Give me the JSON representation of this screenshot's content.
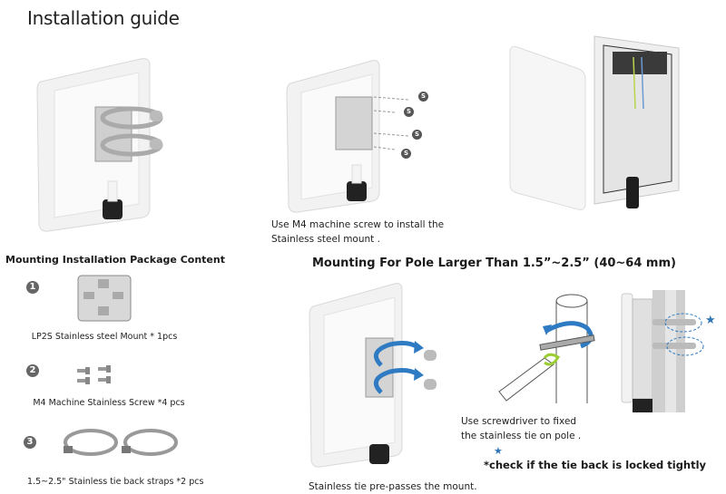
{
  "page": {
    "title": "Installation guide"
  },
  "steps": {
    "mount_screws_caption_line1": "Use M4 machine screw  to install the",
    "mount_screws_caption_line2": "Stainless steel mount  .",
    "screw_badge_label": "S"
  },
  "package": {
    "heading": "Mounting Installation Package Content",
    "items": [
      {
        "number": "1",
        "label": "LP2S Stainless steel Mount * 1pcs"
      },
      {
        "number": "2",
        "label": "M4 Machine Stainless Screw *4 pcs"
      },
      {
        "number": "3",
        "label": "1.5~2.5\" Stainless tie back straps  *2 pcs"
      }
    ]
  },
  "pole_mounting": {
    "heading": "Mounting For Pole Larger Than 1.5”~2.5” (40~64 mm)",
    "pre_pass_caption": "Stainless tie pre-passes the mount.",
    "screwdriver_caption_line1": "Use  screwdriver to fixed",
    "screwdriver_caption_line2": "the stainless tie on pole  .",
    "check_note": "*check if the tie back is locked tightly",
    "star_glyph": "★"
  },
  "colors": {
    "arrow_blue": "#2e7bc4",
    "arrow_green": "#9acd32",
    "star_blue": "#2e75b6"
  }
}
